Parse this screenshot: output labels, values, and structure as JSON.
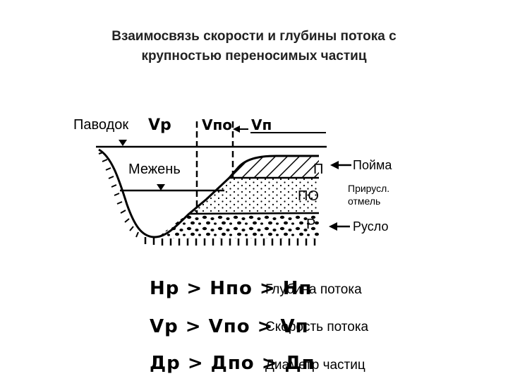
{
  "title": {
    "line1": "Взаимосвязь скорости и глубины потока с",
    "line2": "крупностью переносимых частиц"
  },
  "labels": {
    "flood": "Паводок",
    "low_water": "Межень",
    "v_r": "Vр",
    "v_po": "Vпо",
    "v_p": "Vп",
    "zone_p": "П",
    "zone_po": "ПО",
    "zone_r": "Р",
    "floodplain": "Пойма",
    "shoal_line1": "Прирусл.",
    "shoal_line2": "отмель",
    "channel": "Русло"
  },
  "relations": [
    {
      "formula": "Нр > Нпо > Нп",
      "text": "Глубина потока"
    },
    {
      "formula": "Vр > Vпо > Vп",
      "text": "Скорость потока"
    },
    {
      "formula": "Др > Дпо > Дп",
      "text": "Диаметр частиц"
    }
  ]
}
